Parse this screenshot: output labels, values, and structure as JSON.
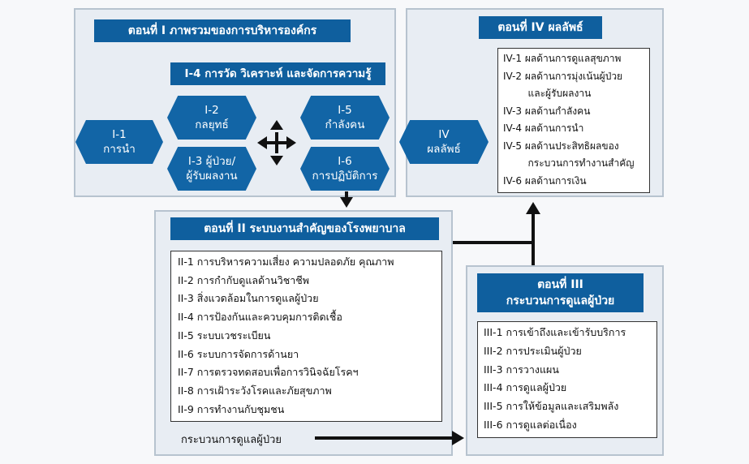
{
  "part1": {
    "title": "ตอนที่ I ภาพรวมของการบริหารองค์กร",
    "sub_title": "I-4 การวัด วิเคราะห์ และจัดการความรู้",
    "hex_i1": {
      "code": "I-1",
      "name": "การนำ"
    },
    "hex_i2": {
      "code": "I-2",
      "name": "กลยุทธ์"
    },
    "hex_i3": {
      "line1": "I-3 ผู้ป่วย/",
      "line2": "ผู้รับผลงาน"
    },
    "hex_i5": {
      "code": "I-5",
      "name": "กำลังคน"
    },
    "hex_i6": {
      "code": "I-6",
      "name": "การปฏิบัติการ"
    }
  },
  "part4": {
    "title": "ตอนที่ IV ผลลัพธ์",
    "hex": {
      "code": "IV",
      "name": "ผลลัพธ์"
    },
    "items": [
      "IV-1 ผลด้านการดูแลสุขภาพ",
      "IV-2 ผลด้านการมุ่งเน้นผู้ป่วย",
      "        และผู้รับผลงาน",
      "IV-3 ผลด้านกำลังคน",
      "IV-4 ผลด้านการนำ",
      "IV-5 ผลด้านประสิทธิผลของ",
      "        กระบวนการทำงานสำคัญ",
      "IV-6 ผลด้านการเงิน"
    ]
  },
  "part2": {
    "title": "ตอนที่ II ระบบงานสำคัญของโรงพยาบาล",
    "items": [
      "II-1 การบริหารความเสี่ยง ความปลอดภัย คุณภาพ",
      "II-2 การกำกับดูแลด้านวิชาชีพ",
      "II-3 สิ่งแวดล้อมในการดูแลผู้ป่วย",
      "II-4 การป้องกันและควบคุมการติดเชื้อ",
      "II-5 ระบบเวชระเบียน",
      "II-6 ระบบการจัดการด้านยา",
      "II-7 การตรวจทดสอบเพื่อการวินิจฉัยโรคฯ",
      "II-8 การเฝ้าระวังโรคและภัยสุขภาพ",
      "II-9 การทำงานกับชุมชน"
    ],
    "footer": "กระบวนการดูแลผู้ป่วย"
  },
  "part3": {
    "title_line1": "ตอนที่ III",
    "title_line2": "กระบวนการดูแลผู้ป่วย",
    "items": [
      "III-1 การเข้าถึงและเข้ารับบริการ",
      "III-2 การประเมินผู้ป่วย",
      "III-3 การวางแผน",
      "III-4 การดูแลผู้ป่วย",
      "III-5 การให้ข้อมูลและเสริมพลัง",
      "III-6 การดูแลต่อเนื่อง"
    ]
  },
  "colors": {
    "title_bar": "#0f5f9e",
    "hex": "#1265a6",
    "panel": "#e8edf3"
  }
}
